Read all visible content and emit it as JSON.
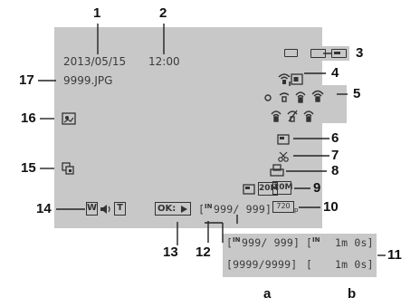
{
  "screen": {
    "date": "2013/05/15",
    "time": "12:00",
    "file_name": "9999.JPG",
    "ok_label": "OK:",
    "zoom_w": "W",
    "zoom_t": "T",
    "frame_count": "999/ 999]",
    "size_label": "20M"
  },
  "detail": {
    "frames_small": "999/ 999]",
    "frames_large": "[9999/9999]",
    "rec_time_small": "1m 0s]",
    "rec_time_large": "1m 0s]",
    "large_bracket": "[",
    "movie_label": "720",
    "movie_suffix": "p"
  },
  "callouts": [
    "1",
    "2",
    "3",
    "4",
    "5",
    "6",
    "7",
    "8",
    "9",
    "10",
    "11",
    "12",
    "13",
    "14",
    "15",
    "16",
    "17"
  ],
  "sub_labels": [
    "a",
    "b"
  ]
}
